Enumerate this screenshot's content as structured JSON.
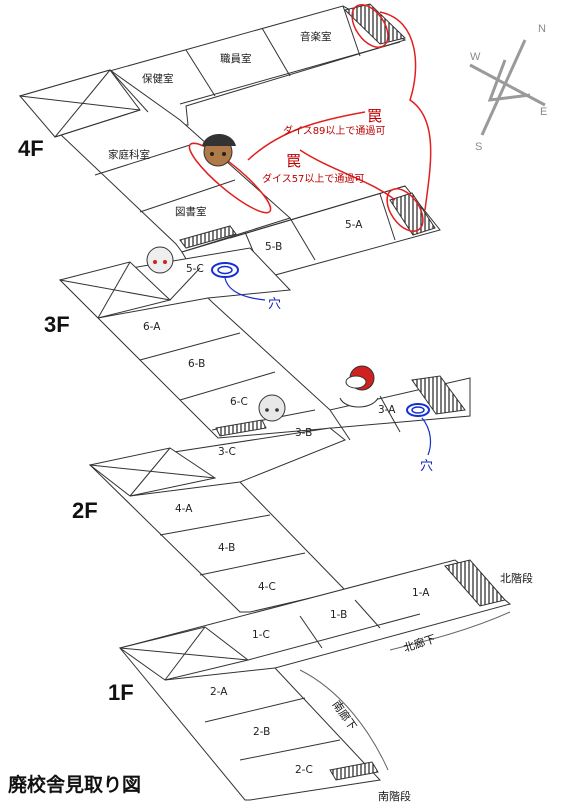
{
  "title": "廃校舎見取り図",
  "floors": [
    {
      "label": "4F",
      "rooms": [
        "保健室",
        "職員室",
        "音楽室",
        "家庭科室",
        "図書室",
        "5-A",
        "5-B",
        "5-C"
      ]
    },
    {
      "label": "3F",
      "rooms": [
        "6-A",
        "6-B",
        "6-C",
        "3-A",
        "3-B"
      ]
    },
    {
      "label": "2F",
      "rooms": [
        "3-C",
        "4-A",
        "4-B",
        "4-C"
      ]
    },
    {
      "label": "1F",
      "rooms": [
        "1-A",
        "1-B",
        "1-C",
        "2-A",
        "2-B",
        "2-C"
      ]
    }
  ],
  "traps": [
    {
      "label": "罠",
      "condition": "ダイス89以上で通過可"
    },
    {
      "label": "罠",
      "condition": "ダイス57以上で通過可"
    }
  ],
  "holes": [
    {
      "label": "穴"
    },
    {
      "label": "穴"
    }
  ],
  "stairs": {
    "north": "北階段",
    "south": "南階段"
  },
  "corridors": {
    "north": "北廊下",
    "south": "南廊下"
  },
  "compass": [
    "N",
    "W",
    "E",
    "S"
  ],
  "colors": {
    "trap": "#e02020",
    "hole": "#1530d0",
    "line": "#333333"
  }
}
